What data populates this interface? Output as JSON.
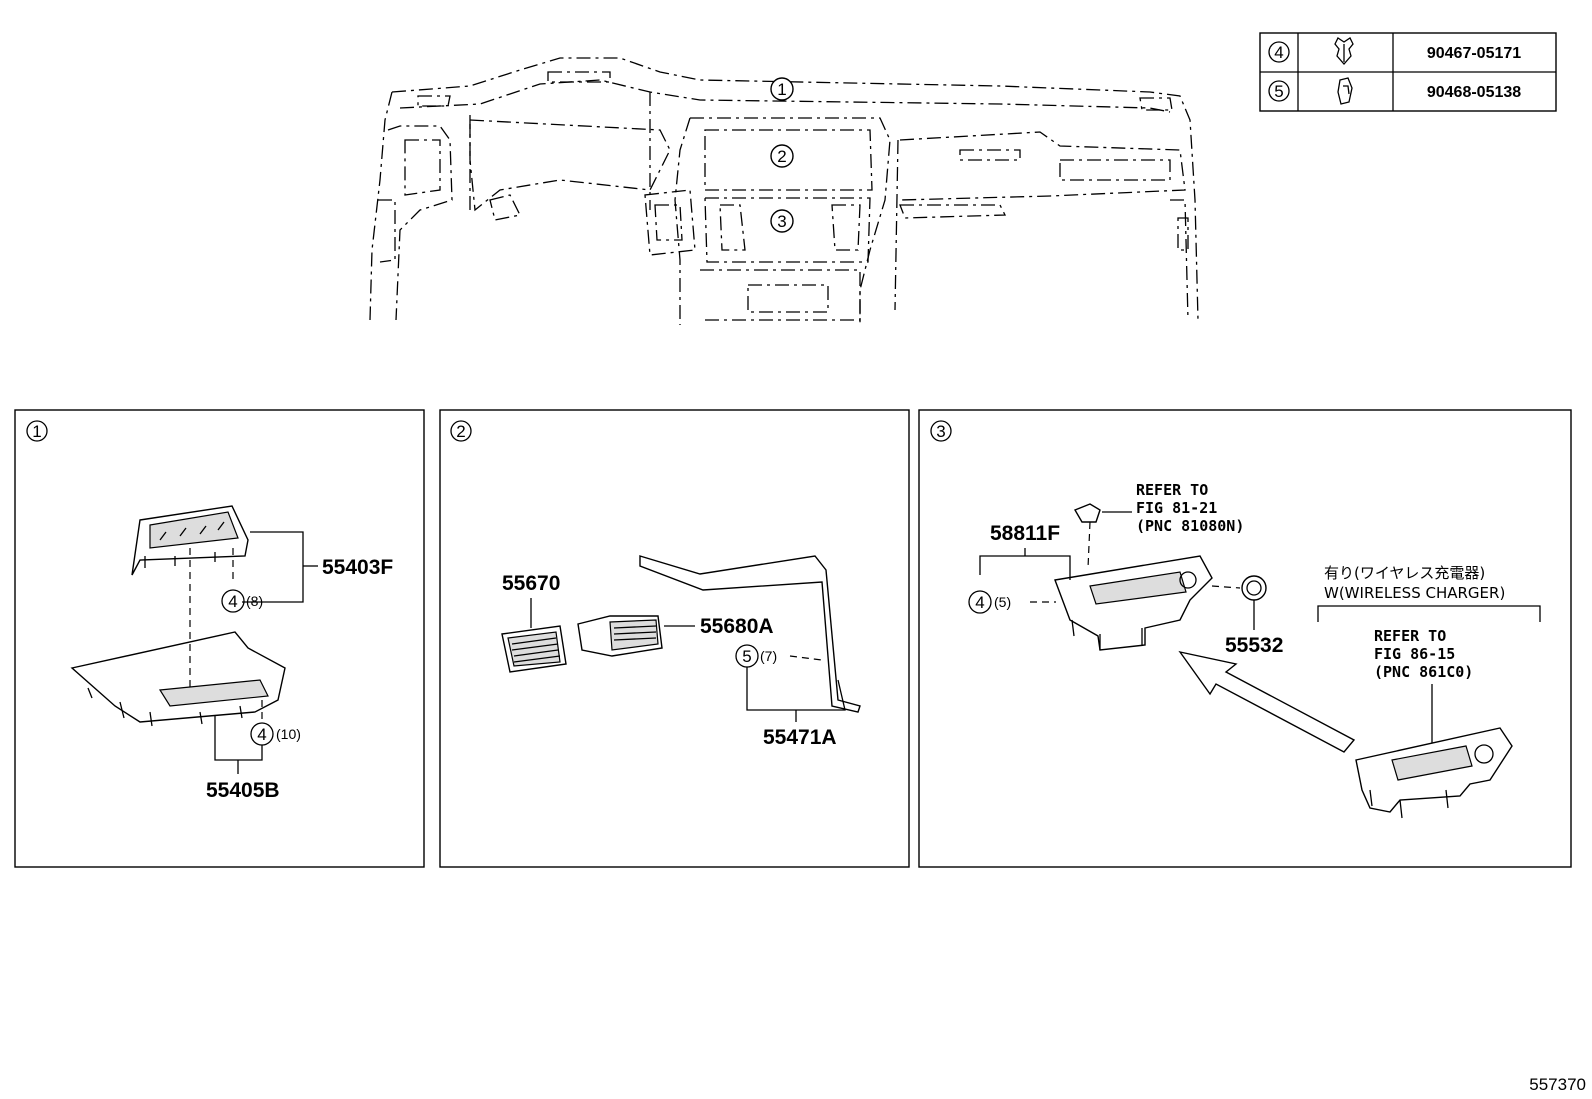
{
  "fasteners": [
    {
      "callout": "4",
      "part_no": "90467-05171"
    },
    {
      "callout": "5",
      "part_no": "90468-05138"
    }
  ],
  "overview_callouts": [
    "1",
    "2",
    "3"
  ],
  "panels": [
    {
      "callout": "1",
      "parts": [
        "55403F",
        "55405B"
      ],
      "refs": [
        {
          "callout": "4",
          "qty": "(8)"
        },
        {
          "callout": "4",
          "qty": "(10)"
        }
      ]
    },
    {
      "callout": "2",
      "parts": [
        "55670",
        "55680A",
        "55471A"
      ],
      "refs": [
        {
          "callout": "5",
          "qty": "(7)"
        }
      ]
    },
    {
      "callout": "3",
      "parts": [
        "58811F",
        "55532"
      ],
      "refs": [
        {
          "callout": "4",
          "qty": "(5)"
        }
      ],
      "refer_a": [
        "REFER TO",
        "FIG 81-21",
        "(PNC 81080N)"
      ],
      "option_jp": "有り(ワイヤレス充電器)",
      "option_en": "W(WIRELESS CHARGER)",
      "refer_b": [
        "REFER TO",
        "FIG 86-15",
        "(PNC 861C0)"
      ]
    }
  ],
  "figure_id": "557370"
}
